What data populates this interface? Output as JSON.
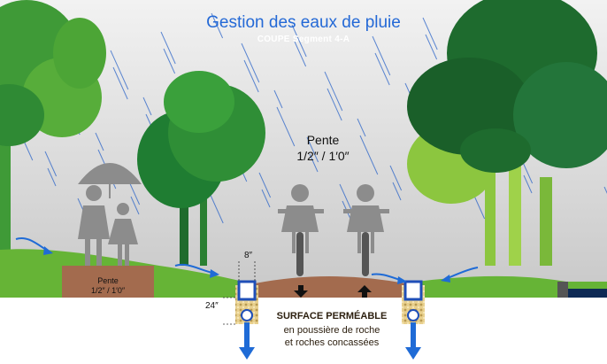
{
  "title": "Gestion des eaux de pluie",
  "subtitle": "COUPE Segment 4-A",
  "slope_main": {
    "label": "Pente",
    "value": "1/2″ / 1′0″"
  },
  "slope_left": {
    "label": "Pente",
    "value": "1/2″ / 1′0″"
  },
  "dimensions": {
    "width": "8″",
    "depth": "24″"
  },
  "surface": {
    "title": "SURFACE PERMÉABLE",
    "line1": "en poussière de roche",
    "line2": "et roches concassées"
  },
  "colors": {
    "sky": "#cfcfcf",
    "rain": "#2b64c8",
    "tree_dark": "#1e6b2e",
    "tree_mid": "#3f9a37",
    "tree_light": "#8cc63f",
    "grass": "#66b436",
    "path": "#a36b4e",
    "people": "#8c8c8c",
    "water_arrow": "#1f6bd6",
    "gravel": "#e7cf8e"
  },
  "icons": [
    "umbrella-icon",
    "adult-figure-icon",
    "child-figure-icon",
    "cyclist-icon",
    "rain-streaks",
    "runoff-arrow-icon",
    "drain-pipe-icon",
    "down-arrow-icon",
    "up-arrow-icon"
  ]
}
